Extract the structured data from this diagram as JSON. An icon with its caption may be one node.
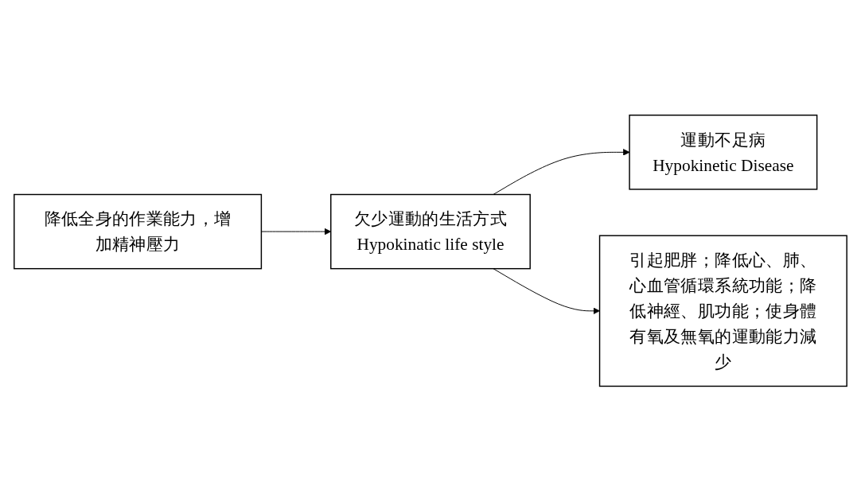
{
  "diagram": {
    "nodes": [
      {
        "text": [
          "欠少運動的生活方式",
          "Hypokinatic life style"
        ]
      },
      {
        "text": [
          "運動不足病",
          "Hypokinetic Disease"
        ]
      },
      {
        "text": [
          "引起肥胖；降低心、肺、心血管循環系統功能；降低神經、肌功能；使身體有氧及無氧的運動能力減少"
        ]
      },
      {
        "text": [
          "降低全身的作業能力，增加精神壓力"
        ]
      }
    ],
    "edges": [
      {
        "from": 0,
        "to": 1,
        "arrow": "to"
      },
      {
        "from": 0,
        "to": 2,
        "arrow": "to"
      },
      {
        "from": 3,
        "to": 0,
        "arrow": "to"
      }
    ]
  }
}
